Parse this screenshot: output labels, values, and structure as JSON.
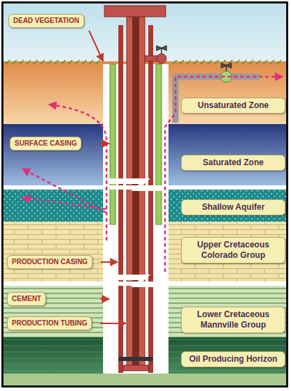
{
  "diagram": {
    "nodes": [
      {
        "text": [
          "DEAD VEGETATION"
        ]
      },
      {
        "text": [
          "Unsaturated Zone"
        ]
      },
      {
        "text": [
          "SURFACE CASING"
        ]
      },
      {
        "text": [
          "Saturated Zone"
        ]
      },
      {
        "text": [
          "Shallow Aquifer"
        ]
      },
      {
        "text": [
          "Upper Cretaceous Colorado Group"
        ]
      },
      {
        "text": [
          "PRODUCTION CASING"
        ]
      },
      {
        "text": [
          "CEMENT"
        ]
      },
      {
        "text": [
          "Lower Cretaceous Mannville Group"
        ]
      },
      {
        "text": [
          "PRODUCTION TUBING"
        ]
      },
      {
        "text": [
          "Oil Producing Horizon"
        ]
      }
    ]
  }
}
